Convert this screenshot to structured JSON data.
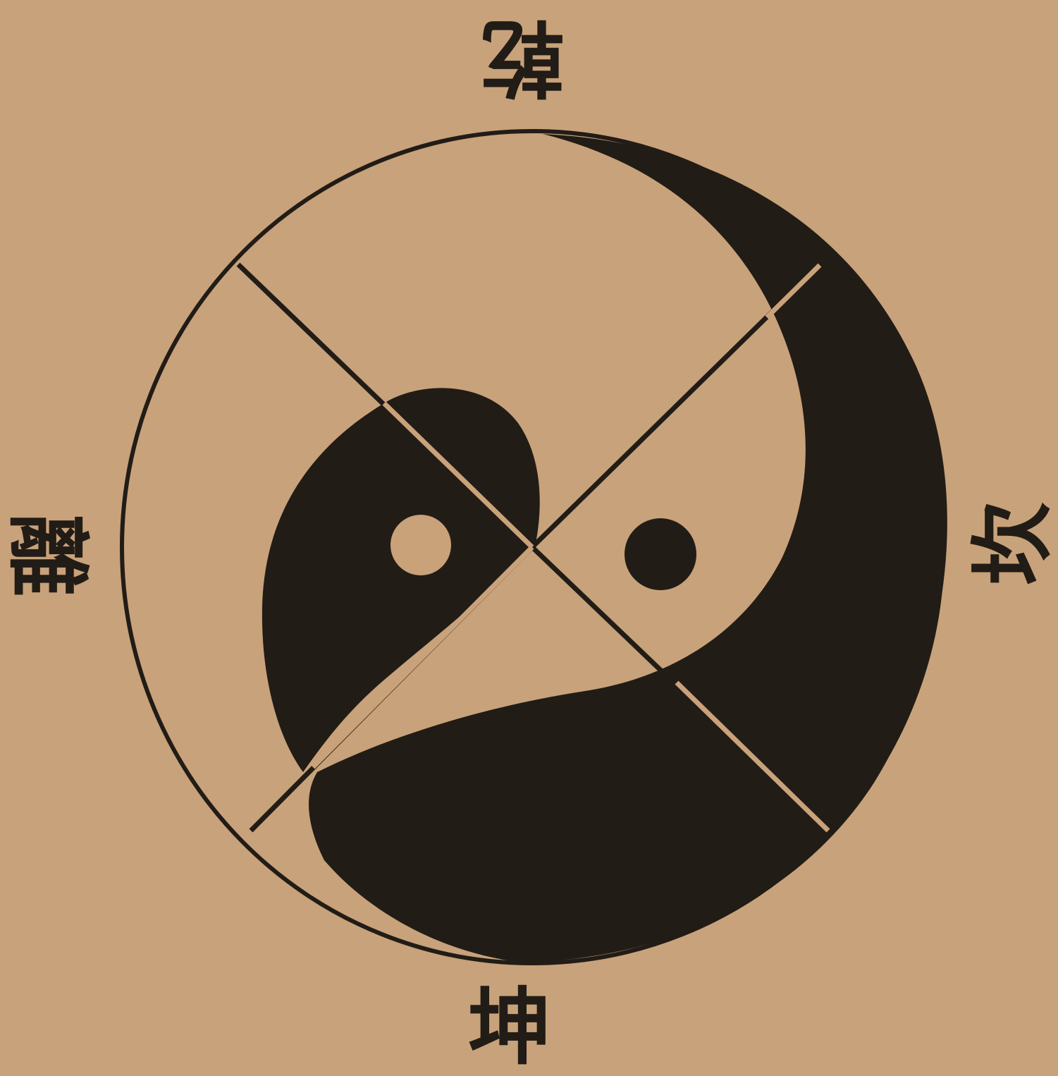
{
  "labels": {
    "top": "乾",
    "bottom": "坤",
    "left": "離",
    "right": "坎"
  },
  "colors": {
    "paper": "#c9a27a",
    "ink": "#221c17"
  }
}
